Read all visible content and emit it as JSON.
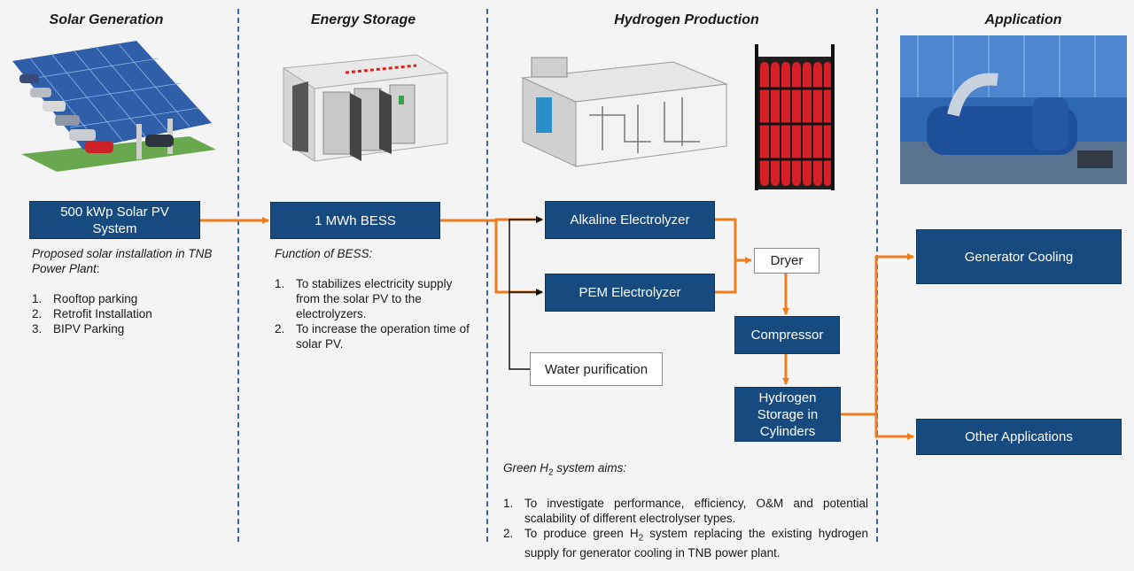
{
  "columns": {
    "solar": "Solar Generation",
    "storage": "Energy Storage",
    "hydrogen": "Hydrogen Production",
    "application": "Application"
  },
  "boxes": {
    "solar_pv": "500 kWp Solar PV System",
    "bess": "1 MWh BESS",
    "alkaline": "Alkaline Electrolyzer",
    "pem": "PEM Electrolyzer",
    "water": "Water purification",
    "dryer": "Dryer",
    "compressor": "Compressor",
    "storage": "Hydrogen Storage in Cylinders",
    "gen_cooling": "Generator Cooling",
    "other_apps": "Other Applications"
  },
  "solar_note": {
    "lead": "Proposed solar installation in TNB Power Plant",
    "lead_suffix": ":",
    "items": [
      {
        "num": "1.",
        "text": "Rooftop parking"
      },
      {
        "num": "2.",
        "text": "Retrofit Installation"
      },
      {
        "num": "3.",
        "text": "BIPV Parking"
      }
    ]
  },
  "bess_note": {
    "lead": "Function of BESS:",
    "items": [
      {
        "num": "1.",
        "text": "To stabilizes electricity supply from the solar PV to the electrolyzers."
      },
      {
        "num": "2.",
        "text": "To increase the operation time of solar PV."
      }
    ]
  },
  "h2_note": {
    "lead_pre": "Green H",
    "lead_sub": "2",
    "lead_post": " system aims:",
    "item1_num": "1.",
    "item1_text": "To investigate performance, efficiency, O&M and potential scalability of different electrolyser types.",
    "item2_num": "2.",
    "item2_pre": "To produce green H",
    "item2_sub": "2",
    "item2_post": " system replacing the existing hydrogen supply for generator cooling in TNB power plant."
  },
  "colors": {
    "box_blue": "#174a7e",
    "arrow_orange": "#f07c1c",
    "divider_blue": "#3b63a8",
    "background": "#f4f4f4"
  }
}
